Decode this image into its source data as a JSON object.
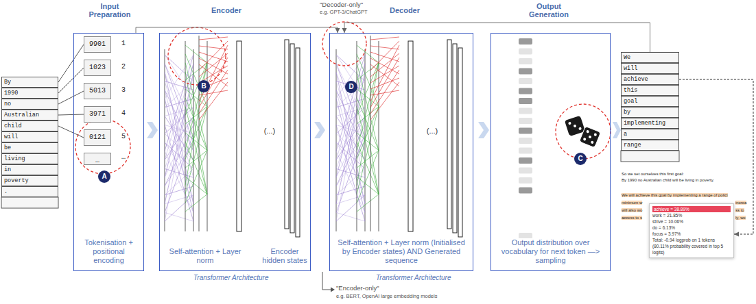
{
  "diagram": {
    "nodes": [
      {
        "text": [
          "By"
        ]
      },
      {
        "text": [
          "1990"
        ]
      },
      {
        "text": [
          "no"
        ]
      },
      {
        "text": [
          "Australian"
        ]
      },
      {
        "text": [
          "child"
        ]
      },
      {
        "text": [
          "will"
        ]
      },
      {
        "text": [
          "be"
        ]
      },
      {
        "text": [
          "living"
        ]
      },
      {
        "text": [
          "in"
        ]
      },
      {
        "text": [
          "poverty"
        ]
      },
      {
        "text": [
          "."
        ]
      },
      {
        "text": [
          "Tokenisation + positional encoding"
        ]
      },
      {
        "text": [
          "9901"
        ],
        "in": 11
      },
      {
        "text": [
          "1023"
        ],
        "in": 11
      },
      {
        "text": [
          "5013"
        ],
        "in": 11
      },
      {
        "text": [
          "3971"
        ],
        "in": 11
      },
      {
        "text": [
          "0121"
        ],
        "in": 11
      },
      {
        "text": [
          "…"
        ],
        "in": 11
      },
      {
        "text": [
          "Self-attention + Layer norm",
          "Encoder hidden states",
          "(...)"
        ]
      },
      {
        "text": [
          "Self-attention + Layer norm (Initialised by Encoder states) AND Generated sequence",
          "(...)"
        ]
      },
      {
        "text": [
          "(...)",
          "Output distribution over vocabulary for next token —> sampling"
        ]
      },
      {
        "text": [
          "We"
        ]
      },
      {
        "text": [
          "will"
        ]
      },
      {
        "text": [
          "achieve"
        ]
      },
      {
        "text": [
          "this"
        ]
      },
      {
        "text": [
          "goal"
        ]
      },
      {
        "text": [
          "by"
        ]
      },
      {
        "text": [
          "implementing"
        ]
      },
      {
        "text": [
          "a"
        ]
      },
      {
        "text": [
          "range"
        ]
      },
      {
        "text": [
          "achieve = 38.89%",
          "work = 21.85%",
          "strive = 10.06%",
          "do = 6.13%",
          "focus = 3.97%",
          "Total: -0.94 logprob on 1 tokens",
          "(80.11% probability covered in top 5 logits)"
        ]
      }
    ],
    "edges": [
      {
        "from": 0,
        "to": 12,
        "arrow": "none"
      },
      {
        "from": 1,
        "to": 13,
        "arrow": "none"
      },
      {
        "from": 2,
        "to": 14,
        "arrow": "none"
      },
      {
        "from": 3,
        "to": 15,
        "arrow": "none"
      },
      {
        "from": 4,
        "to": 16,
        "arrow": "none"
      },
      {
        "from": 11,
        "to": 19,
        "arrow": "to"
      },
      {
        "from": 21,
        "to": 19,
        "arrow": "to"
      },
      {
        "from": 23,
        "to": 30,
        "arrow": "to"
      }
    ],
    "labels": [
      "Input Preparation",
      "Encoder",
      "\"Decoder-only\"",
      "e.g. GPT-3/ChatGPT",
      "Decoder",
      "Output Generation",
      "1",
      "2",
      "3",
      "4",
      "5",
      "…",
      "A",
      "B",
      "D",
      "C",
      "Transformer Architecture",
      "Transformer Architecture",
      "\"Encoder-only\"",
      "e.g. BERT, OpenAI large embedding models",
      "So we set ourselves this first goal:",
      "By 1990 no Australian child will be living in poverty.",
      "We will achieve this goal by implementing a range of polici",
      "minimum w",
      "increa",
      "will also wo",
      "ss to",
      "access to s",
      "ly, we"
    ]
  }
}
